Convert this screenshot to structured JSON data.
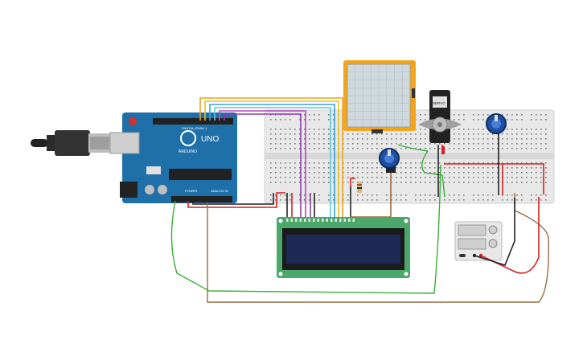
{
  "arduino": {
    "model_label": "UNO",
    "brand_label": "ARDUINO",
    "digital_header_label": "DIGITAL (PWM~)",
    "power_label": "POWER",
    "analog_label": "ANALOG IN"
  },
  "servo": {
    "label": "SERVO"
  },
  "colors": {
    "arduino_board": "#1f6fa8",
    "breadboard": "#e8e8e8",
    "lcd_pcb": "#4aa86a",
    "lcd_screen": "#1c2a55",
    "touch_frame": "#f2a51a",
    "wire_orange": "#f0a020",
    "wire_yellow": "#e8c020",
    "wire_blue": "#3b9fe0",
    "wire_cyan": "#5cc8d8",
    "wire_purple": "#8a3fa8",
    "wire_magenta": "#c040c0",
    "wire_green": "#3aad3a",
    "wire_red": "#d42020",
    "wire_black": "#222222",
    "wire_brown": "#9a6a40"
  }
}
